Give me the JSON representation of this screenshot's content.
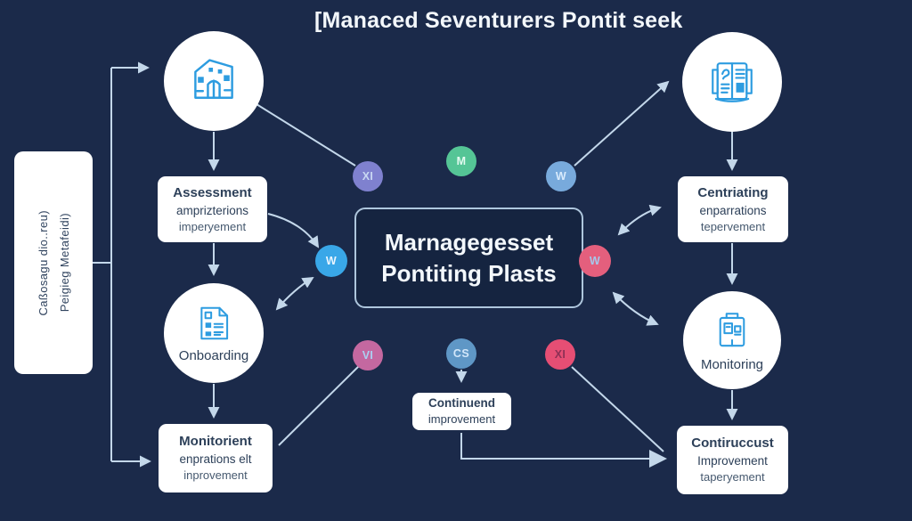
{
  "title": "[Manaced Seventurers Pontit seek",
  "left_panel": {
    "lines": [
      "Caßosagu dio..reu)",
      "Peigieg Metafeidi)"
    ]
  },
  "nodes": {
    "facility": {
      "icon": "building-icon"
    },
    "onboarding": {
      "icon": "document-icon",
      "label": "Onboarding"
    },
    "news": {
      "icon": "open-book-icon"
    },
    "monitoring": {
      "icon": "device-icon",
      "label": "Monitoring"
    }
  },
  "boxes": {
    "assessment": {
      "lines": [
        "Assessment",
        "amprizterions",
        "imperyement"
      ]
    },
    "monitorient": {
      "lines": [
        "Monitorient",
        "enprations elt",
        "inprovement"
      ]
    },
    "centriating": {
      "lines": [
        "Centriating",
        "enparrations",
        "tepervement"
      ]
    },
    "continuend": {
      "lines": [
        "Continuend",
        "improvement"
      ]
    },
    "contiruccust": {
      "lines": [
        "Contiruccust",
        "Improvement",
        "taperyement"
      ]
    }
  },
  "center_box": {
    "lines": [
      "Marnagegesset",
      "Pontiting Plasts"
    ],
    "bg": "#152440",
    "border": "#aec6dd"
  },
  "badges": [
    {
      "id": "xi-purple",
      "label": "XI",
      "color": "#7f81cf"
    },
    {
      "id": "m-green",
      "label": "M",
      "color": "#55c596"
    },
    {
      "id": "w-slate-blue",
      "label": "W",
      "color": "#78aadc"
    },
    {
      "id": "w-bright-blue",
      "label": "W",
      "color": "#39a7e8"
    },
    {
      "id": "w-pink",
      "label": "W",
      "color": "#e45f7d"
    },
    {
      "id": "vi-mauve",
      "label": "VI",
      "color": "#c468a0"
    },
    {
      "id": "cs-steel",
      "label": "CS",
      "color": "#5f97c6"
    },
    {
      "id": "xi-red",
      "label": "XI",
      "color": "#e64e74"
    }
  ],
  "colors": {
    "background": "#1b2a4a",
    "arrow": "#c3d7ea",
    "icon_blue": "#2d9ce0",
    "box_text": "#2d4059",
    "node_fill": "#ffffff"
  }
}
